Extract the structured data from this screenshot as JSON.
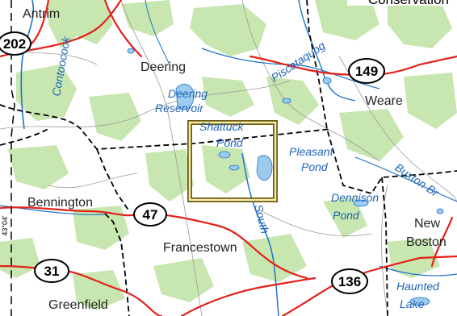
{
  "map": {
    "header_right": "Conservation",
    "places": {
      "antrim": "Antrim",
      "deering": "Deering",
      "weare": "Weare",
      "bennington": "Bennington",
      "francestown": "Francestown",
      "new": "New",
      "boston": "Boston",
      "greenfield": "Greenfield"
    },
    "water": {
      "contoocook": "Contoocook",
      "deering": "Deering",
      "reservoir": "Reservoir",
      "shattuck": "Shattuck",
      "shattuck_pond": "Pond",
      "pleasant": "Pleasant",
      "pleasant_pond": "Pond",
      "piscataquog": "Piscataquog",
      "buxton": "Buxton Br",
      "dennison": "Dennison",
      "dennison_pond": "Pond",
      "south": "South",
      "haunted": "Haunted",
      "lake": "Lake"
    },
    "routes": {
      "r202": "202",
      "r149": "149",
      "r47": "47",
      "r31": "31",
      "r136": "136"
    },
    "left_margin_text": "43°04'",
    "colors": {
      "forest": "#c8e6b0",
      "water": "#1f73c8",
      "water_fill": "#9ccbef",
      "road": "#e32119",
      "boundary": "#000000",
      "label_water": "#1e64b4",
      "label_place": "#222222",
      "frame": "#6b5a14"
    }
  }
}
